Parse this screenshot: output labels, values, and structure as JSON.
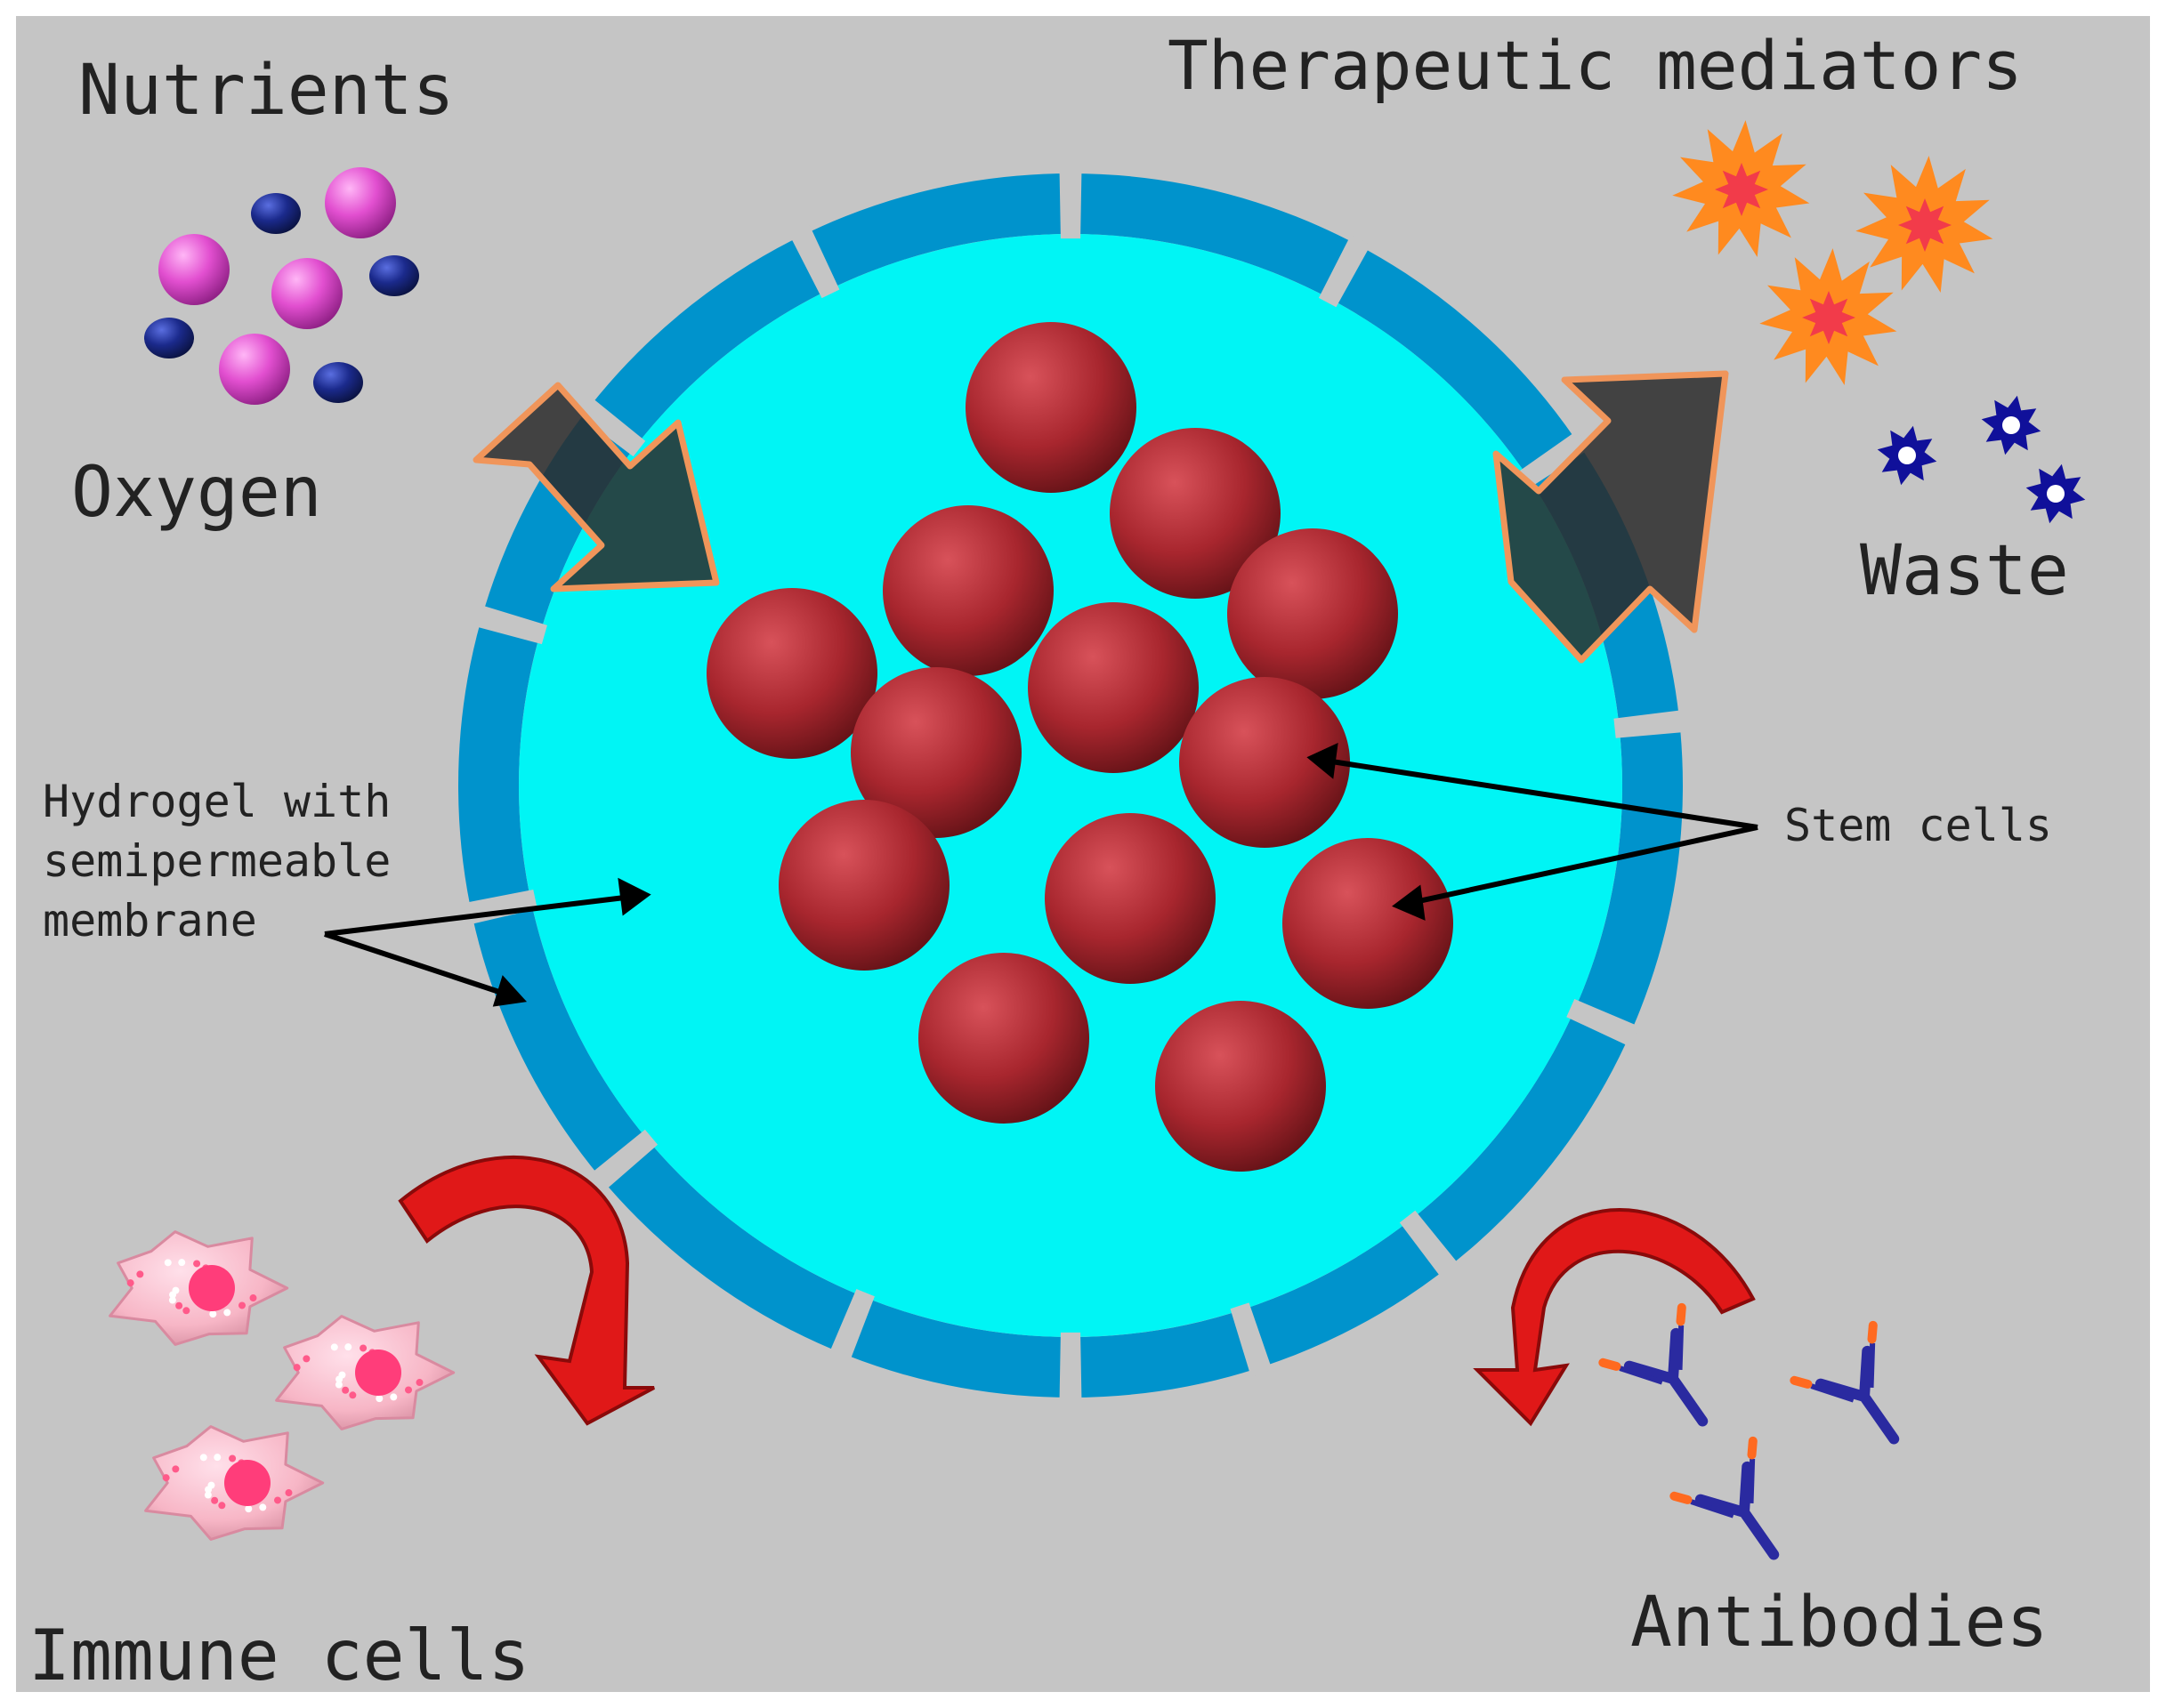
{
  "labels": {
    "nutrients": "Nutrients",
    "oxygen": "Oxygen",
    "therapeutic_mediators": "Therapeutic mediators",
    "waste": "Waste",
    "hydrogel_line1": "Hydrogel with",
    "hydrogel_line2": "semipermeable",
    "hydrogel_line3": "membrane",
    "stem_cells": "Stem cells",
    "immune_cells": "Immune cells",
    "antibodies": "Antibodies"
  },
  "colors": {
    "background": "#c5c5c5",
    "border": "#ffffff",
    "hydrogel": "#00f5f5",
    "membrane": "#0093cc",
    "stem_cell": "#a8262e",
    "nutrient": "#e24fd0",
    "oxygen_molecule": "#1b2a8c",
    "transport_arrow": "#3a3a3a",
    "transport_arrow_outline": "#f0955a",
    "immune_arrow": "#e01818",
    "mediator_outer": "#ff8a1f",
    "mediator_inner": "#f23b4a",
    "waste_particle": "#10109a",
    "immune_cell": "#f7b6c6",
    "immune_nucleus": "#ff3d7a",
    "antibody": "#2a2aa0",
    "antibody_tip": "#ff6a20"
  }
}
